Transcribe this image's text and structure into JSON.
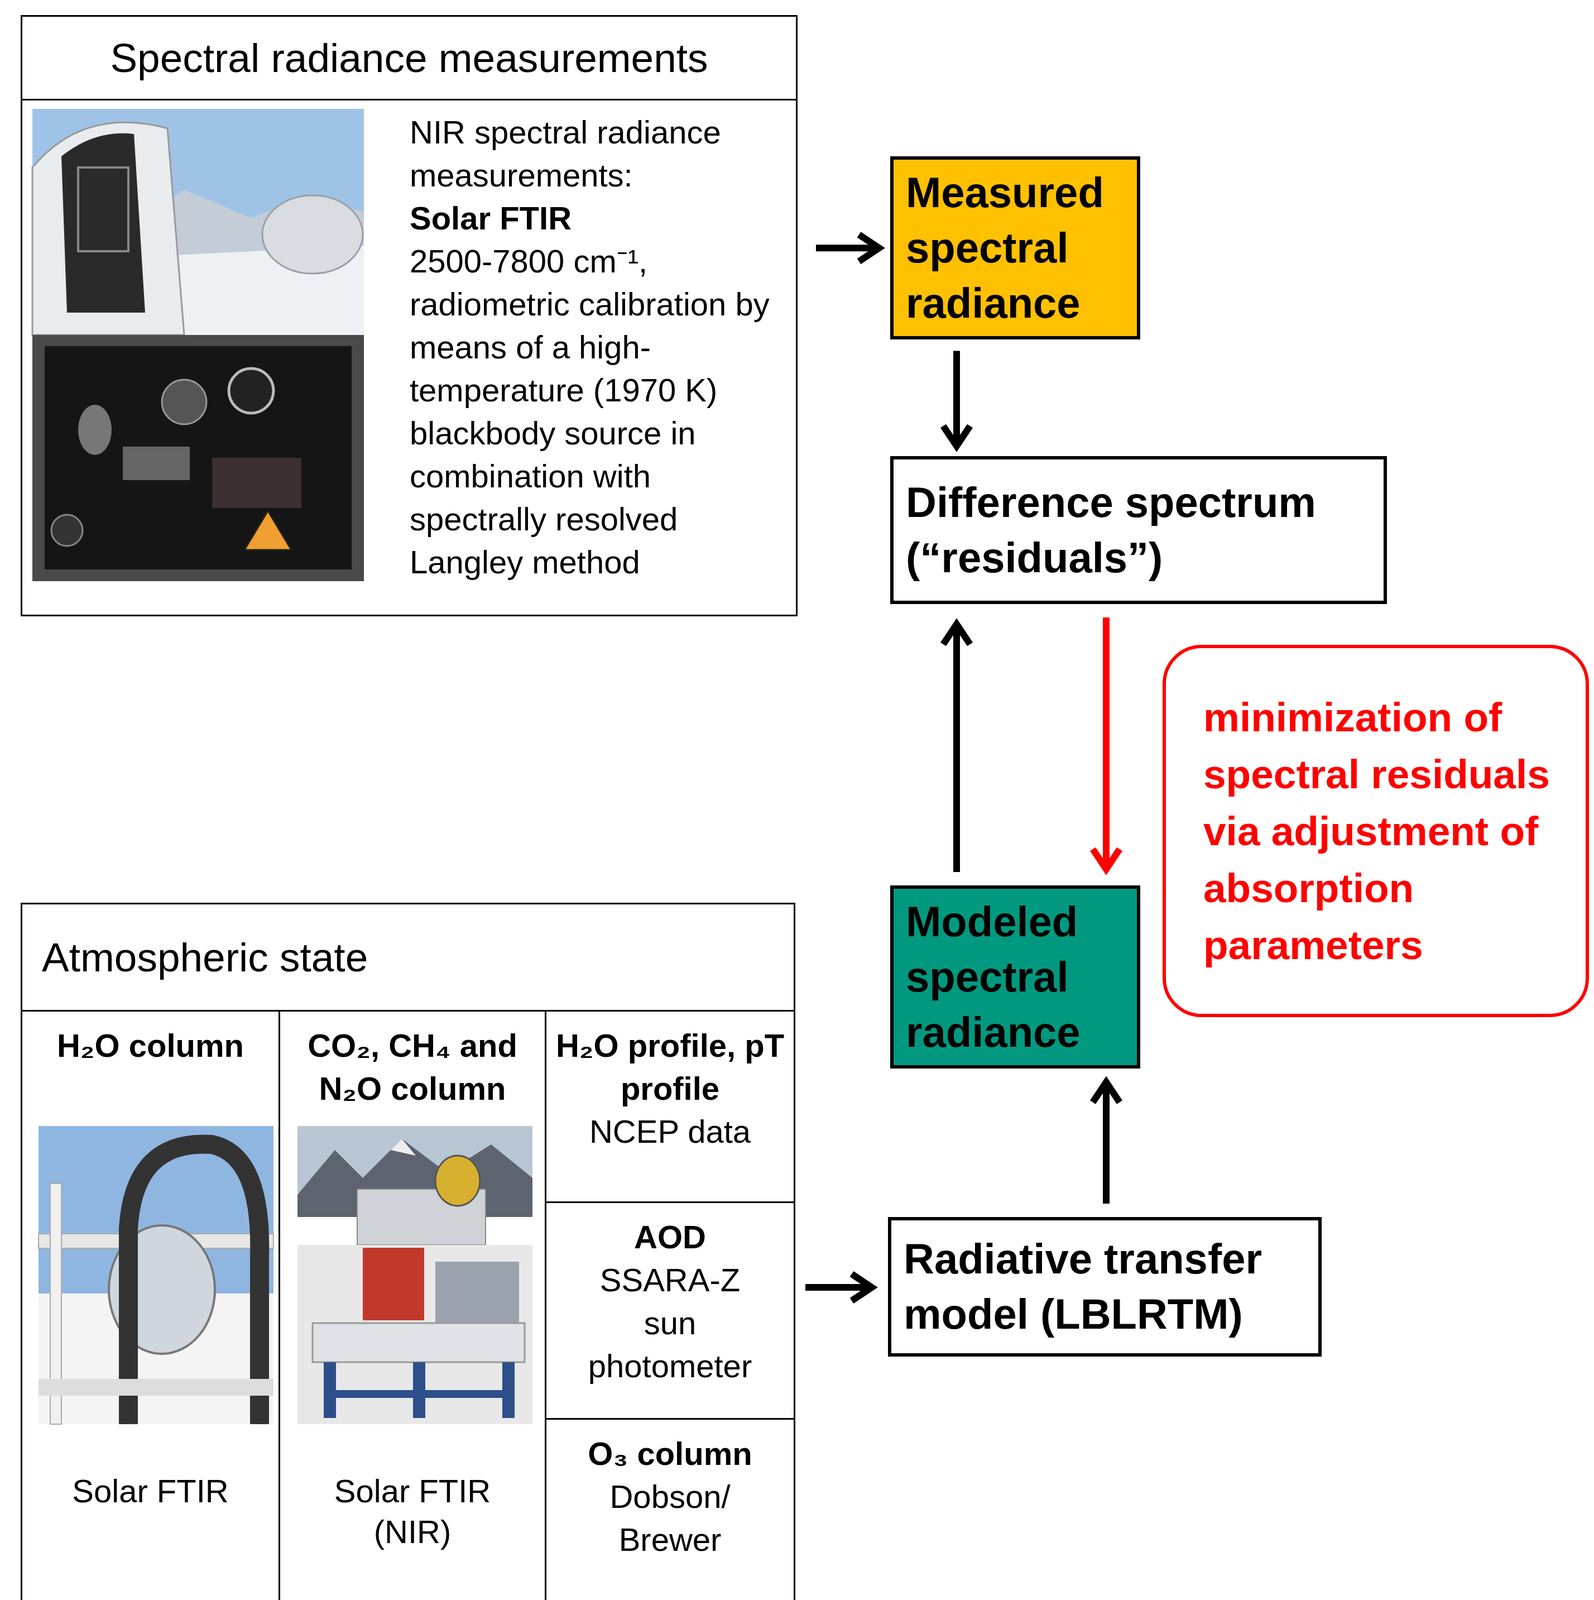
{
  "diagram": {
    "nodes": [
      {
        "text": [
          "Spectral radiance measurements",
          "NIR spectral radiance measurements:",
          "Solar FTIR",
          "2500-7800 cm⁻¹, radiometric calibration by means of a high-temperature (1970 K) blackbody source in combination with spectrally resolved Langley method"
        ]
      },
      {
        "text": [
          "Measured spectral radiance"
        ]
      },
      {
        "text": [
          "Difference spectrum (“residuals”)"
        ]
      },
      {
        "text": [
          "minimization of spectral residuals via adjustment of absorption parameters"
        ]
      },
      {
        "text": [
          "Modeled spectral radiance"
        ]
      },
      {
        "text": [
          "Radiative transfer model (LBLRTM)"
        ]
      },
      {
        "text": [
          "Atmospheric state"
        ]
      },
      {
        "text": [
          "H₂O column",
          "Solar FTIR"
        ],
        "in": 6
      },
      {
        "text": [
          "CO₂, CH₄ and N₂O column",
          "Solar FTIR (NIR)"
        ],
        "in": 6
      },
      {
        "text": [
          "H₂O profile, pT profile",
          "NCEP data"
        ],
        "in": 6
      },
      {
        "text": [
          "AOD",
          "SSARA-Z sun photometer"
        ],
        "in": 6
      },
      {
        "text": [
          "O₃ column",
          "Dobson/ Brewer"
        ],
        "in": 6
      }
    ],
    "edges": [
      {
        "from": 0,
        "to": 1,
        "arrow": "to"
      },
      {
        "from": 1,
        "to": 2,
        "arrow": "to"
      },
      {
        "from": 4,
        "to": 2,
        "arrow": "to"
      },
      {
        "from": 2,
        "to": 4,
        "arrow": "to"
      },
      {
        "from": 5,
        "to": 4,
        "arrow": "to"
      },
      {
        "from": 6,
        "to": 5,
        "arrow": "to"
      }
    ]
  }
}
